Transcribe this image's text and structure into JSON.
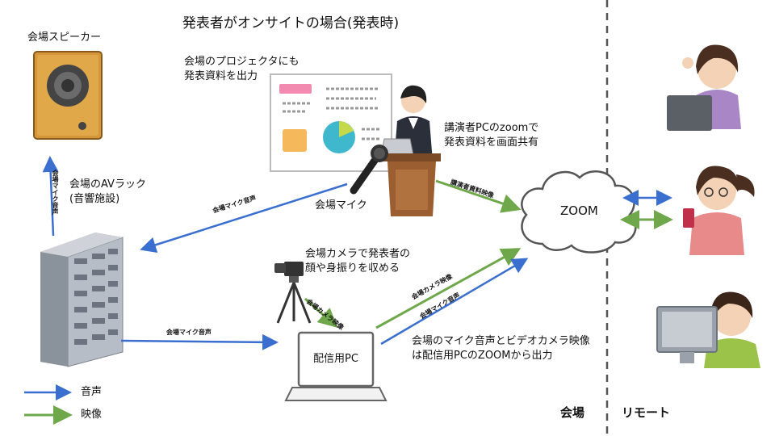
{
  "title": "発表者がオンサイトの場合(発表時)",
  "speaker_label": "会場スピーカー",
  "projector_label_lines": [
    "会場のプロジェクタにも",
    "発表資料を出力"
  ],
  "presenter_label_lines": [
    "講演者PCのzoomで",
    "発表資料を画面共有"
  ],
  "av_rack_label_lines": [
    "会場のAVラック",
    "(音響施設)"
  ],
  "mic_label": "会場マイク",
  "camera_label_lines": [
    "会場カメラで発表者の",
    "顔や身振りを収める"
  ],
  "pc_label": "配信用PC",
  "zoom_label": "ZOOM",
  "output_note_lines": [
    "会場のマイク音声とビデオカメラ映像",
    "は配信用PCのZOOMから出力"
  ],
  "arrow_labels": {
    "rack_to_speaker": "会場マイク音声",
    "mic_to_rack": "会場マイク音声",
    "rack_to_pc": "会場マイク音声",
    "camera_to_pc": "会場カメラ映像",
    "presenter_to_zoom": "講演者資料映像",
    "pc_to_zoom_video": "会場カメラ映像",
    "pc_to_zoom_audio": "会場マイク音声"
  },
  "legend": {
    "audio": "音声",
    "video": "映像"
  },
  "zones": {
    "venue": "会場",
    "remote": "リモート"
  },
  "colors": {
    "audio": "#3a6fd0",
    "video": "#6fa84a",
    "divider": "#555555"
  }
}
